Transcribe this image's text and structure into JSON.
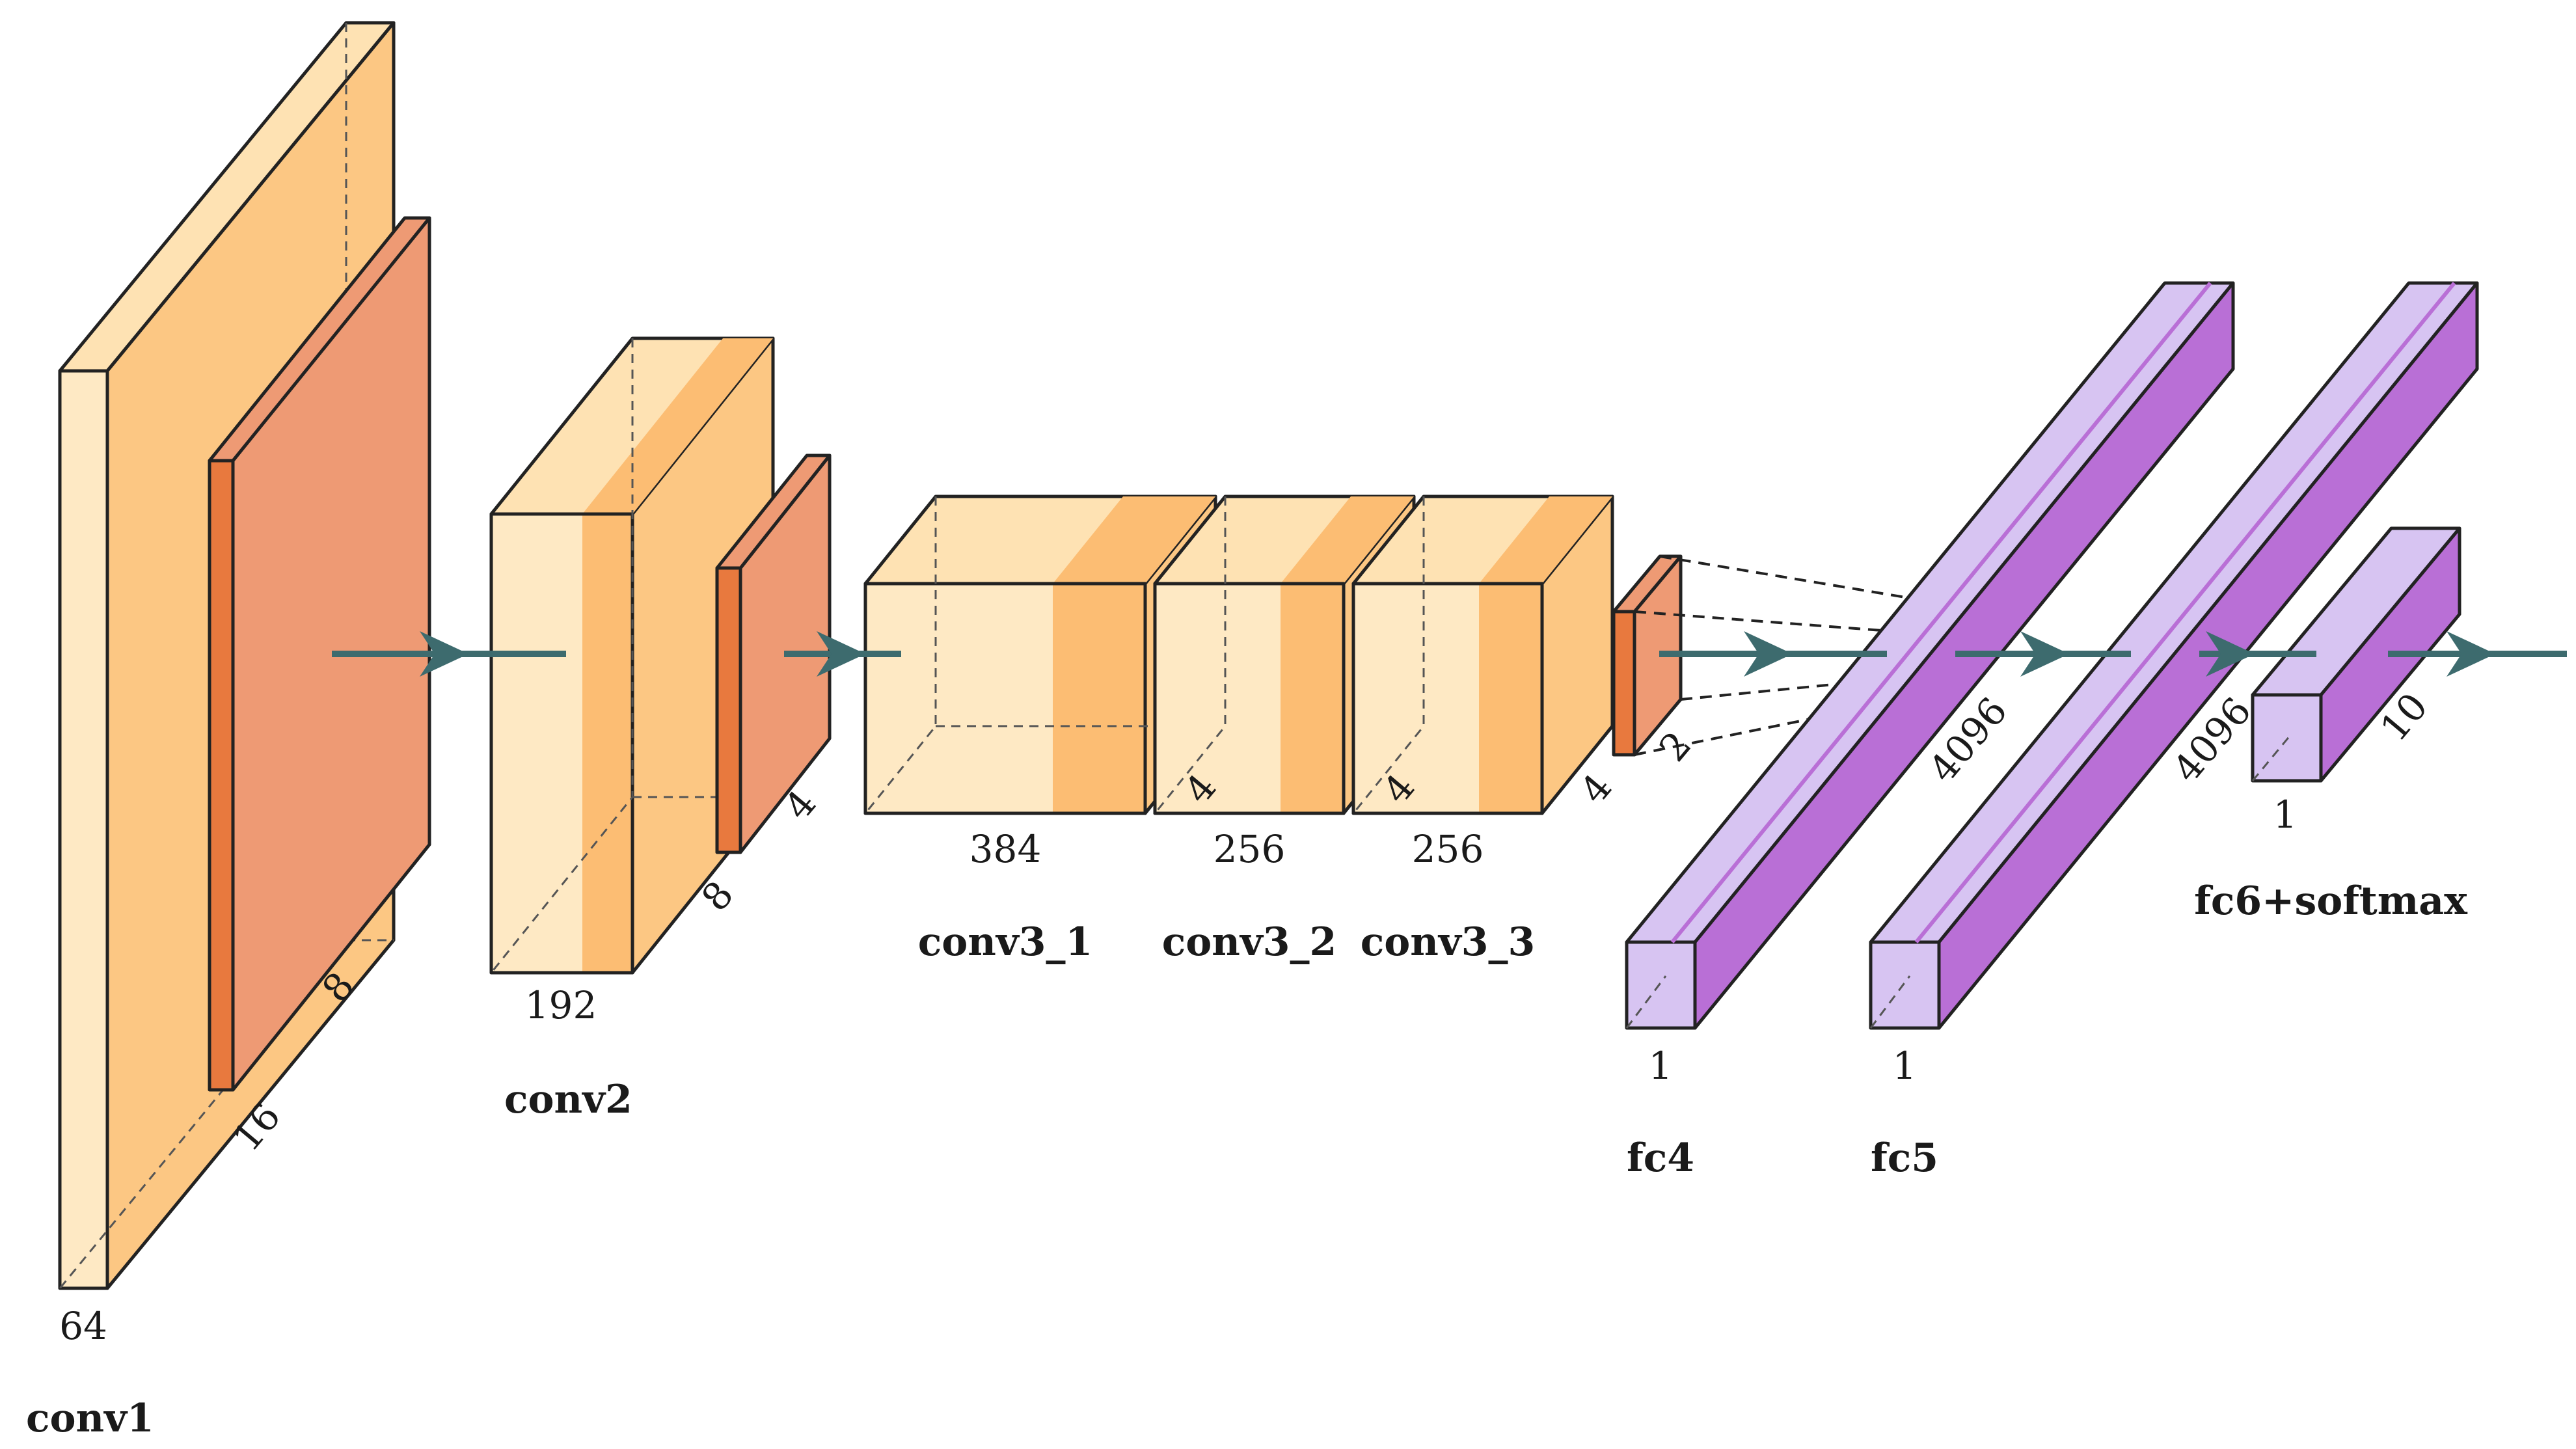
{
  "layers": {
    "conv1": {
      "name": "conv1",
      "channels": "64",
      "size": "16",
      "pool_size": "8"
    },
    "conv2": {
      "name": "conv2",
      "channels": "192",
      "size": "8",
      "pool_size": "4"
    },
    "conv3_1": {
      "name": "conv3_1",
      "channels": "384"
    },
    "conv3_2": {
      "name": "conv3_2",
      "channels": "256",
      "size": "4"
    },
    "conv3_3": {
      "name": "conv3_3",
      "channels": "256",
      "size": "4"
    },
    "conv3_out": {
      "size": "4",
      "pool_size": "2"
    },
    "fc4": {
      "name": "fc4",
      "width": "1",
      "units": "4096"
    },
    "fc5": {
      "name": "fc5",
      "width": "1",
      "units": "4096"
    },
    "fc6": {
      "name": "fc6+softmax",
      "width": "1",
      "units": "10"
    }
  },
  "colors": {
    "conv_front": "#fee9c4",
    "conv_side": "#fcc783",
    "conv_top": "#fee2b3",
    "conv_relu": "#fcbd73",
    "pool_front": "#e8793e",
    "pool_side": "#ee9a74",
    "fc_light": "#d7c4f2",
    "fc_dark": "#b96fd6",
    "arrow": "#3d6b6e"
  }
}
